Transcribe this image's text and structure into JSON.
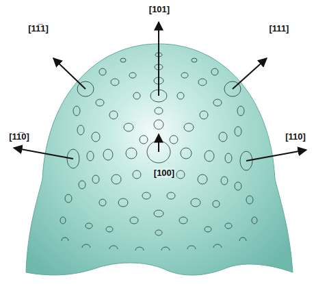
{
  "diagram": {
    "labels": [
      "[101]",
      "[11̅1]",
      "[111]",
      "[11̅0]",
      "[110]",
      "[100]"
    ]
  }
}
